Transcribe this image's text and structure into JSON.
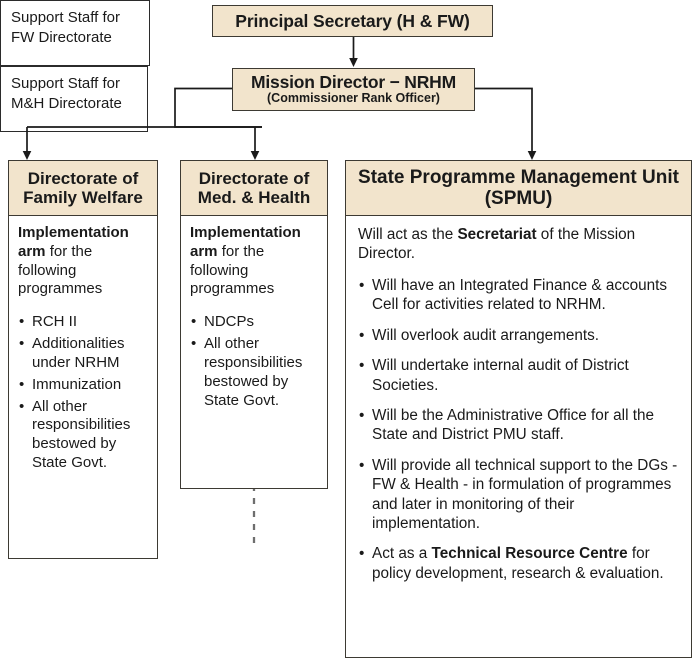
{
  "diagram": {
    "title_top": "Principal Secretary (H & FW)",
    "mission_director": {
      "line1": "Mission Director − NRHM",
      "line2": "(Commissioner Rank Officer)"
    },
    "columns": [
      {
        "id": "family-welfare",
        "header_line1": "Directorate of",
        "header_line2": "Family Welfare",
        "lead_bold": "Implementation arm",
        "lead_rest": " for the following programmes",
        "bullets": [
          "RCH II",
          "Additionalities under NRHM",
          "Immunization",
          "All other responsibilities bestowed by State Govt."
        ],
        "support": "Support Staff for FW Directorate"
      },
      {
        "id": "med-and-health",
        "header_line1": "Directorate of",
        "header_line2": "Med. & Health",
        "lead_bold": "Implementation arm",
        "lead_rest": " for the following programmes",
        "bullets": [
          "NDCPs",
          "All other responsibilities bestowed by State Govt."
        ],
        "support": "Support Staff for M&H Directorate"
      }
    ],
    "spmu": {
      "header_line1": "State Programme Management Unit",
      "header_line2": "(SPMU)",
      "lead_pre": "Will act as the ",
      "lead_bold": "Secretariat",
      "lead_post": " of the Mission Director.",
      "bullets": [
        {
          "pre": "Will have an Integrated Finance & accounts Cell for activities related to NRHM.",
          "bold": "",
          "post": ""
        },
        {
          "pre": "Will overlook audit arrangements.",
          "bold": "",
          "post": ""
        },
        {
          "pre": "Will undertake internal audit of District Societies.",
          "bold": "",
          "post": ""
        },
        {
          "pre": "Will be the Administrative Office for all the State and District PMU staff.",
          "bold": "",
          "post": ""
        },
        {
          "pre": "Will provide all technical support to the DGs - FW & Health - in formulation of programmes and later in monitoring of their implementation.",
          "bold": "",
          "post": ""
        },
        {
          "pre": "Act as a ",
          "bold": "Technical Resource Centre",
          "post": " for policy development, research & evaluation."
        }
      ]
    },
    "colors": {
      "header_fill": "#f2e4cc",
      "border": "#3d3a33",
      "connector": "#1a1a1a",
      "background": "#ffffff",
      "text": "#1a1a1a"
    }
  }
}
